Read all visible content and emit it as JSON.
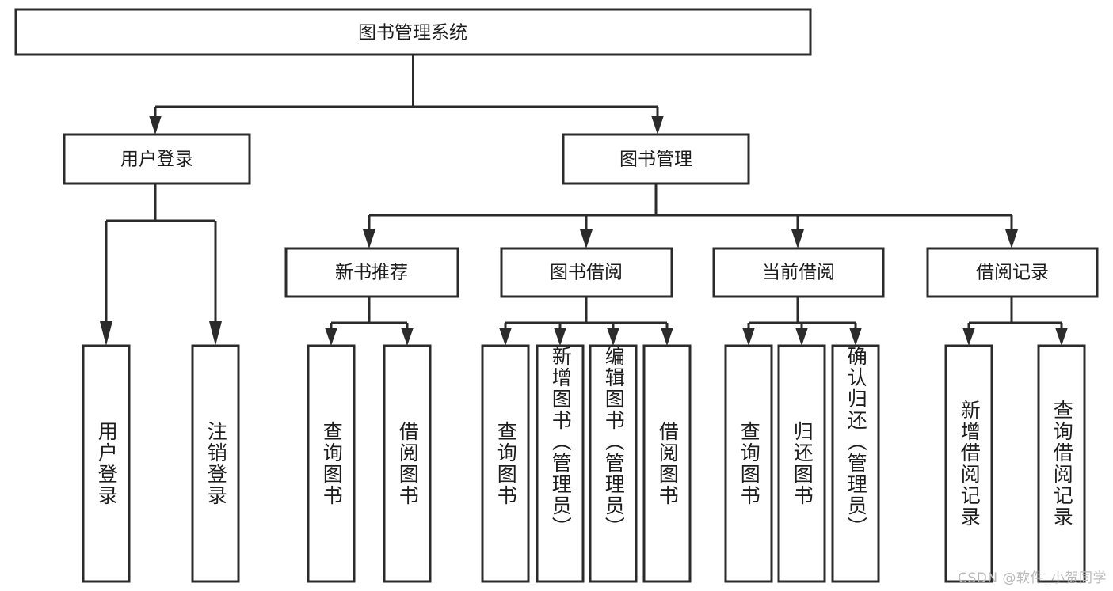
{
  "diagram": {
    "type": "hierarchy-tree",
    "title": "图书管理系统",
    "watermark": "CSDN @软件_小贺同学",
    "colors": {
      "stroke": "#2b2b2b",
      "fill": "#ffffff",
      "text": "#1d1d1d",
      "watermark": "#b9b9b9"
    },
    "levels": {
      "root": {
        "label": "图书管理系统"
      },
      "level2": [
        {
          "label": "用户登录"
        },
        {
          "label": "图书管理"
        }
      ],
      "level3": [
        {
          "label": "新书推荐",
          "parent": "图书管理"
        },
        {
          "label": "图书借阅",
          "parent": "图书管理"
        },
        {
          "label": "当前借阅",
          "parent": "图书管理"
        },
        {
          "label": "借阅记录",
          "parent": "图书管理"
        }
      ],
      "leaves": [
        {
          "label": "用户登录",
          "parent": "用户登录"
        },
        {
          "label": "注销登录",
          "parent": "用户登录"
        },
        {
          "label": "查询图书",
          "parent": "新书推荐"
        },
        {
          "label": "借阅图书",
          "parent": "新书推荐"
        },
        {
          "label": "查询图书",
          "parent": "图书借阅"
        },
        {
          "label": "新增图书（管理员）",
          "parent": "图书借阅"
        },
        {
          "label": "编辑图书（管理员）",
          "parent": "图书借阅"
        },
        {
          "label": "借阅图书",
          "parent": "图书借阅"
        },
        {
          "label": "查询图书",
          "parent": "当前借阅"
        },
        {
          "label": "归还图书",
          "parent": "当前借阅"
        },
        {
          "label": "确认归还（管理员）",
          "parent": "当前借阅"
        },
        {
          "label": "新增借阅记录",
          "parent": "借阅记录"
        },
        {
          "label": "查询借阅记录",
          "parent": "借阅记录"
        }
      ]
    }
  }
}
